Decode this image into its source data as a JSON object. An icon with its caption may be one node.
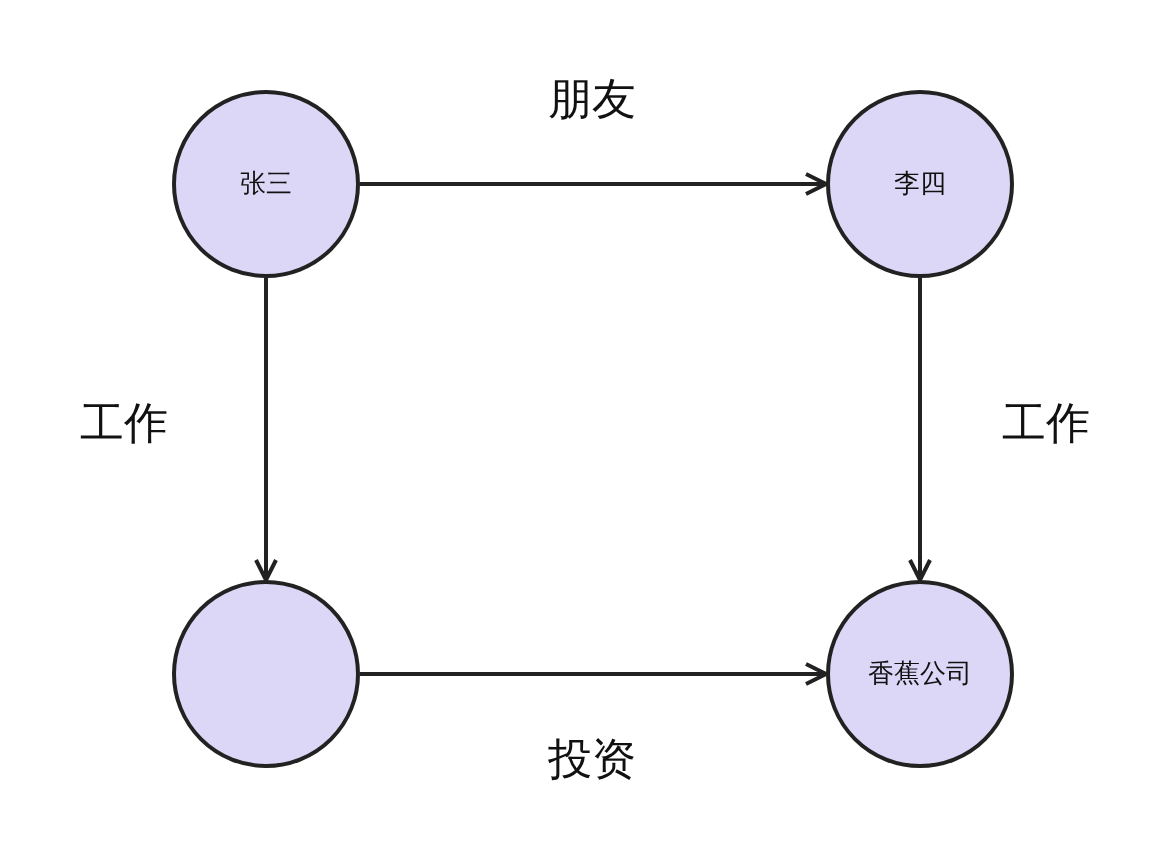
{
  "diagram": {
    "nodes": [
      {
        "text": [
          "张三"
        ]
      },
      {
        "text": [
          "李四"
        ]
      },
      {
        "text": [],
        "shape": "circle"
      },
      {
        "text": [
          "香蕉公司"
        ]
      }
    ],
    "edges": [
      {
        "from": 0,
        "to": 1,
        "arrow": "to",
        "label": "朋友"
      },
      {
        "from": 0,
        "to": 2,
        "arrow": "to",
        "label": "工作"
      },
      {
        "from": 1,
        "to": 3,
        "arrow": "to",
        "label": "工作"
      },
      {
        "from": 2,
        "to": 3,
        "arrow": "to",
        "label": "投资"
      }
    ]
  }
}
